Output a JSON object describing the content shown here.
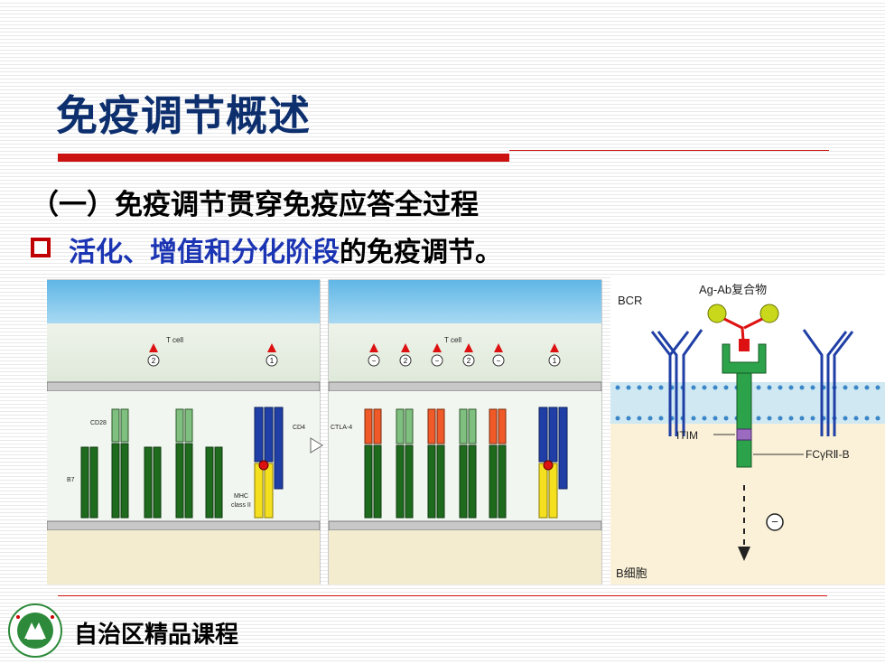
{
  "slide": {
    "title": "免疫调节概述",
    "subtitle": "（一）免疫调节贯穿免疫应答全过程",
    "bullet_highlight": "活化、增值和分化阶段",
    "bullet_rest": "的免疫调节。",
    "footer": "自治区精品课程"
  },
  "figure_left": {
    "t_cell": "T cell",
    "cd28": "CD28",
    "b7": "B7",
    "cd4": "CD4",
    "mhc": "MHC",
    "mhc2": "class II",
    "signal_2": "2",
    "signal_1": "1"
  },
  "figure_mid": {
    "t_cell": "T cell",
    "ctla4": "CTLA-4",
    "minus": "−",
    "signal_2": "2",
    "signal_1": "1"
  },
  "figure_right": {
    "bcr": "BCR",
    "complex": "Ag-Ab复合物",
    "itim": "ITIM",
    "receptor": "FCγRⅡ-B",
    "b_cell": "B细胞",
    "minus": "−"
  },
  "colors": {
    "title": "#0d2f6e",
    "accent_red": "#cc1111",
    "highlight_blue": "#1b34b3",
    "dark_green": "#1e6b1e",
    "light_green": "#7fbf7f",
    "orange": "#f05a28",
    "blue": "#1f3fa6",
    "yellow": "#f5e020"
  },
  "icons": {
    "logo": "university-emblem-icon",
    "bullet": "hollow-square-bullet-icon"
  }
}
